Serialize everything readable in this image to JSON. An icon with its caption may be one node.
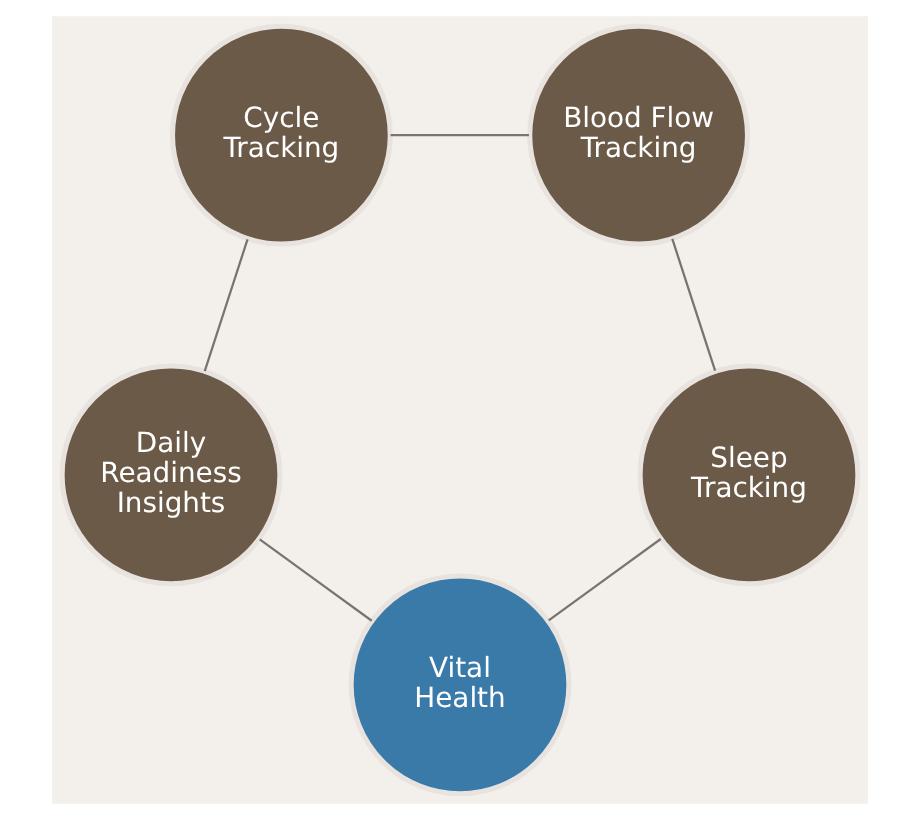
{
  "diagram": {
    "nodes": [
      {
        "text": [
          "Cycle Tracking"
        ]
      },
      {
        "text": [
          "Blood Flow Tracking"
        ]
      },
      {
        "text": [
          "Daily Readiness Insights"
        ]
      },
      {
        "text": [
          "Sleep Tracking"
        ]
      },
      {
        "text": [
          "Vital Health"
        ]
      }
    ],
    "edges": [
      {
        "from": 0,
        "to": 1,
        "arrow": "none"
      },
      {
        "from": 1,
        "to": 3,
        "arrow": "none"
      },
      {
        "from": 3,
        "to": 4,
        "arrow": "none"
      },
      {
        "from": 4,
        "to": 2,
        "arrow": "none"
      },
      {
        "from": 2,
        "to": 0,
        "arrow": "none"
      }
    ]
  }
}
